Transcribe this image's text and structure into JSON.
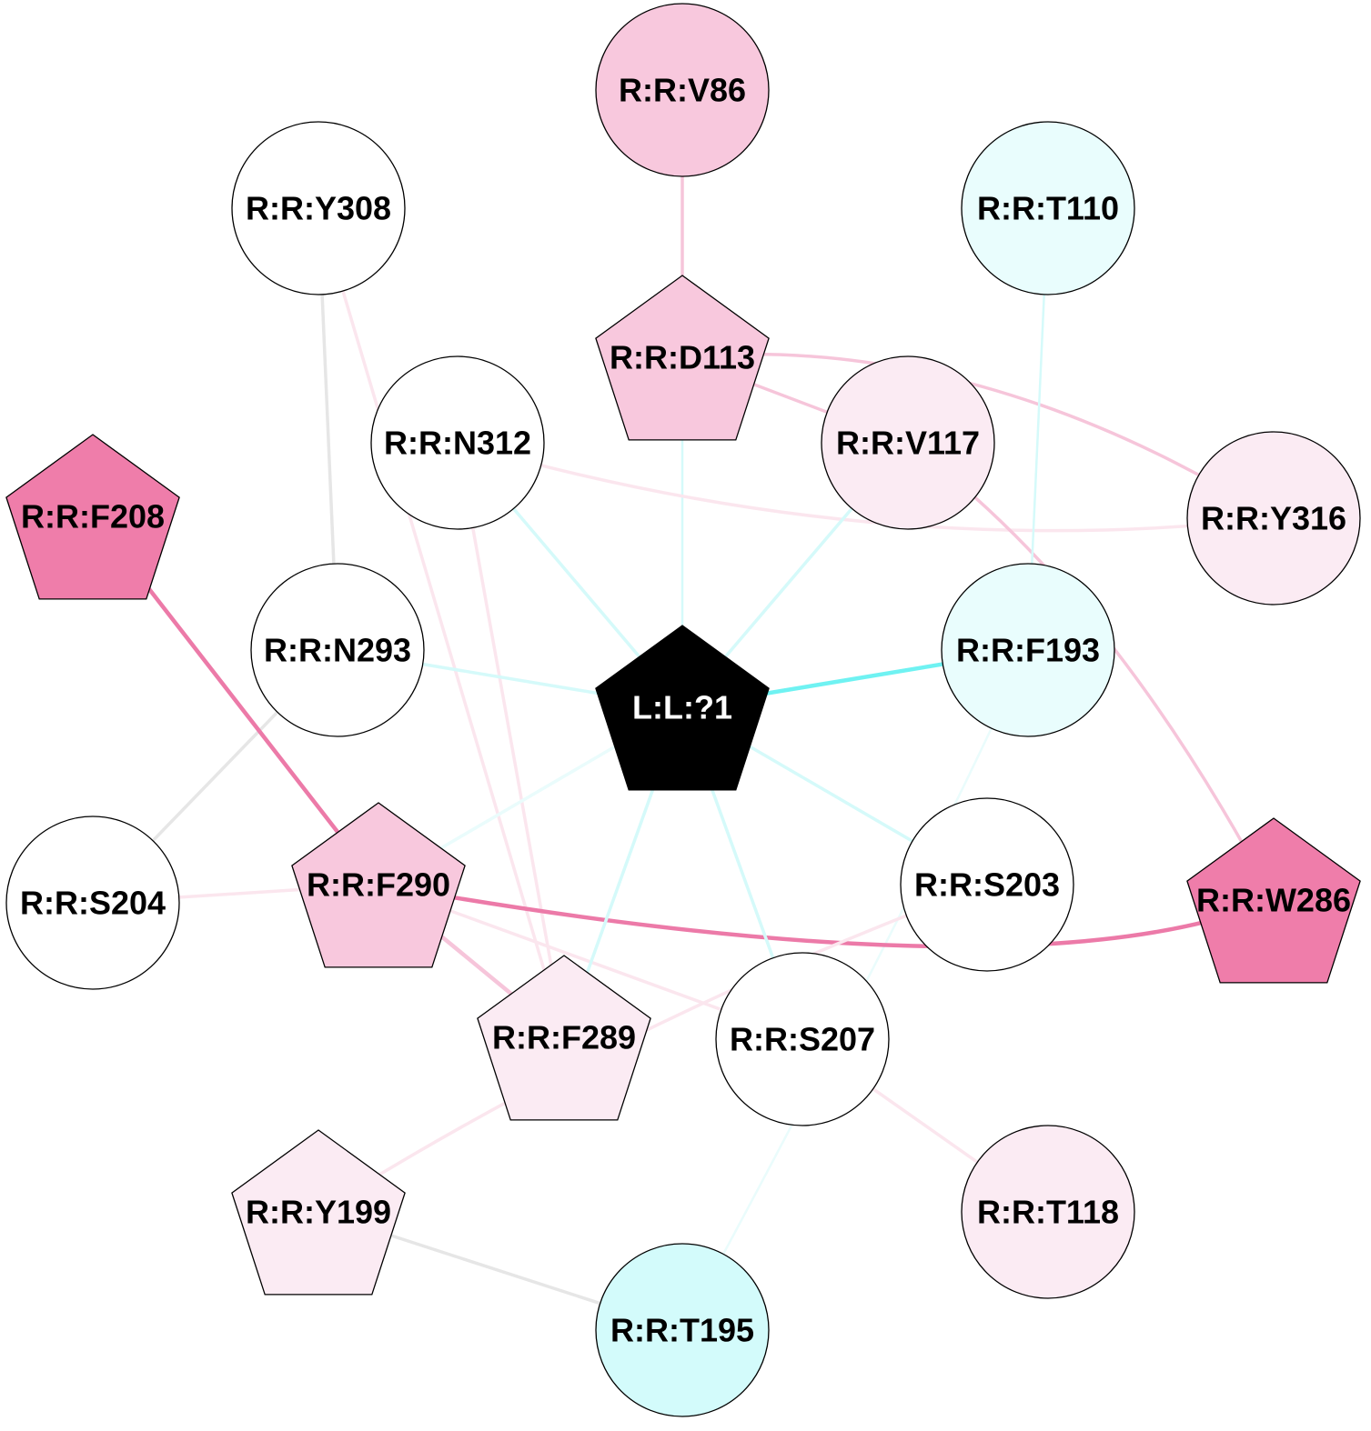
{
  "colors": {
    "ligand": "#000000",
    "white": "#ffffff",
    "cyan_light": "#e9fdfd",
    "cyan": "#d3fbfb",
    "pink_light": "#fbebf3",
    "pink": "#f8c8dd",
    "pink_strong": "#ef7daa",
    "edge_cyan": "#d5fafa",
    "edge_cyan_strong": "#6ff2f2",
    "edge_cyan_faint": "#eafcfc",
    "edge_pink_faint": "#fbe6ee",
    "edge_pink": "#f6c5da",
    "edge_pink_strong": "#ec7aa8",
    "edge_gray": "#e6e6e6"
  },
  "nodes": [
    {
      "id": "L:L:?1",
      "label": "L:L:?1",
      "shape": "pentagon",
      "fill": "ligand",
      "text_color": "#ffffff"
    },
    {
      "id": "R:R:V86",
      "label": "R:R:V86",
      "shape": "circle",
      "fill": "pink"
    },
    {
      "id": "R:R:Y308",
      "label": "R:R:Y308",
      "shape": "circle",
      "fill": "white"
    },
    {
      "id": "R:R:T110",
      "label": "R:R:T110",
      "shape": "circle",
      "fill": "cyan_light"
    },
    {
      "id": "R:R:D113",
      "label": "R:R:D113",
      "shape": "pentagon",
      "fill": "pink"
    },
    {
      "id": "R:R:N312",
      "label": "R:R:N312",
      "shape": "circle",
      "fill": "white"
    },
    {
      "id": "R:R:V117",
      "label": "R:R:V117",
      "shape": "circle",
      "fill": "pink_light"
    },
    {
      "id": "R:R:F208",
      "label": "R:R:F208",
      "shape": "pentagon",
      "fill": "pink_strong"
    },
    {
      "id": "R:R:Y316",
      "label": "R:R:Y316",
      "shape": "circle",
      "fill": "pink_light"
    },
    {
      "id": "R:R:N293",
      "label": "R:R:N293",
      "shape": "circle",
      "fill": "white"
    },
    {
      "id": "R:R:F193",
      "label": "R:R:F193",
      "shape": "circle",
      "fill": "cyan_light"
    },
    {
      "id": "R:R:S204",
      "label": "R:R:S204",
      "shape": "circle",
      "fill": "white"
    },
    {
      "id": "R:R:F290",
      "label": "R:R:F290",
      "shape": "pentagon",
      "fill": "pink"
    },
    {
      "id": "R:R:S203",
      "label": "R:R:S203",
      "shape": "circle",
      "fill": "white"
    },
    {
      "id": "R:R:W286",
      "label": "R:R:W286",
      "shape": "pentagon",
      "fill": "pink_strong"
    },
    {
      "id": "R:R:F289",
      "label": "R:R:F289",
      "shape": "pentagon",
      "fill": "pink_light"
    },
    {
      "id": "R:R:S207",
      "label": "R:R:S207",
      "shape": "circle",
      "fill": "white"
    },
    {
      "id": "R:R:Y199",
      "label": "R:R:Y199",
      "shape": "pentagon",
      "fill": "pink_light"
    },
    {
      "id": "R:R:T118",
      "label": "R:R:T118",
      "shape": "circle",
      "fill": "pink_light"
    },
    {
      "id": "R:R:T195",
      "label": "R:R:T195",
      "shape": "circle",
      "fill": "cyan"
    }
  ],
  "edges": [
    {
      "source": "R:R:V86",
      "target": "R:R:D113",
      "color": "edge_pink",
      "weight": 2
    },
    {
      "source": "R:R:D113",
      "target": "L:L:?1",
      "color": "edge_cyan",
      "weight": 1
    },
    {
      "source": "R:R:D113",
      "target": "R:R:V117",
      "color": "edge_pink",
      "weight": 2
    },
    {
      "source": "R:R:D113",
      "target": "R:R:Y316",
      "color": "edge_pink",
      "weight": 2
    },
    {
      "source": "R:R:N312",
      "target": "L:L:?1",
      "color": "edge_cyan",
      "weight": 2
    },
    {
      "source": "R:R:N312",
      "target": "R:R:Y316",
      "color": "edge_pink_faint",
      "weight": 2
    },
    {
      "source": "R:R:N312",
      "target": "R:R:F289",
      "color": "edge_pink_faint",
      "weight": 2
    },
    {
      "source": "R:R:Y308",
      "target": "R:R:N293",
      "color": "edge_gray",
      "weight": 2
    },
    {
      "source": "R:R:Y308",
      "target": "R:R:F289",
      "color": "edge_pink_faint",
      "weight": 2
    },
    {
      "source": "R:R:V117",
      "target": "L:L:?1",
      "color": "edge_cyan",
      "weight": 2
    },
    {
      "source": "R:R:V117",
      "target": "R:R:W286",
      "color": "edge_pink",
      "weight": 2
    },
    {
      "source": "R:R:T110",
      "target": "R:R:F193",
      "color": "edge_cyan",
      "weight": 1
    },
    {
      "source": "R:R:F193",
      "target": "L:L:?1",
      "color": "edge_cyan_strong",
      "weight": 3
    },
    {
      "source": "R:R:F193",
      "target": "R:R:T195",
      "color": "edge_cyan_faint",
      "weight": 1
    },
    {
      "source": "R:R:N293",
      "target": "L:L:?1",
      "color": "edge_cyan",
      "weight": 2
    },
    {
      "source": "R:R:N293",
      "target": "R:R:S204",
      "color": "edge_gray",
      "weight": 2
    },
    {
      "source": "R:R:F208",
      "target": "R:R:F290",
      "color": "edge_pink_strong",
      "weight": 3
    },
    {
      "source": "R:R:F290",
      "target": "L:L:?1",
      "color": "edge_cyan_faint",
      "weight": 2
    },
    {
      "source": "R:R:F290",
      "target": "R:R:S204",
      "color": "edge_pink_faint",
      "weight": 2
    },
    {
      "source": "R:R:F290",
      "target": "R:R:W286",
      "color": "edge_pink_strong",
      "weight": 3
    },
    {
      "source": "R:R:F290",
      "target": "R:R:F289",
      "color": "edge_pink",
      "weight": 3
    },
    {
      "source": "R:R:F290",
      "target": "R:R:S207",
      "color": "edge_pink_faint",
      "weight": 2
    },
    {
      "source": "L:L:?1",
      "target": "R:R:F289",
      "color": "edge_cyan",
      "weight": 2
    },
    {
      "source": "L:L:?1",
      "target": "R:R:S207",
      "color": "edge_cyan",
      "weight": 2
    },
    {
      "source": "L:L:?1",
      "target": "R:R:S203",
      "color": "edge_cyan",
      "weight": 2
    },
    {
      "source": "R:R:S203",
      "target": "R:R:Y199",
      "color": "edge_pink_faint",
      "weight": 2
    },
    {
      "source": "R:R:S207",
      "target": "R:R:T118",
      "color": "edge_pink_faint",
      "weight": 2
    },
    {
      "source": "R:R:Y199",
      "target": "R:R:T195",
      "color": "edge_gray",
      "weight": 2
    }
  ]
}
